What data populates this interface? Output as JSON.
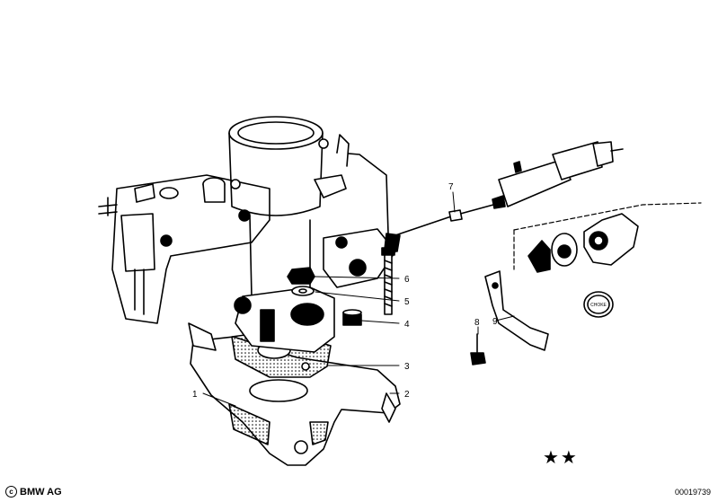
{
  "callouts": [
    {
      "id": "1",
      "label": "1"
    },
    {
      "id": "2",
      "label": "2"
    },
    {
      "id": "3",
      "label": "3"
    },
    {
      "id": "4",
      "label": "4"
    },
    {
      "id": "5",
      "label": "5"
    },
    {
      "id": "6",
      "label": "6"
    },
    {
      "id": "7",
      "label": "7"
    },
    {
      "id": "8",
      "label": "8"
    },
    {
      "id": "9",
      "label": "9"
    }
  ],
  "choke_label": "CHOKE",
  "footer": {
    "copyright_symbol": "c",
    "brand": "BMW AG",
    "diagram_number": "00019739",
    "stars": "★★"
  }
}
